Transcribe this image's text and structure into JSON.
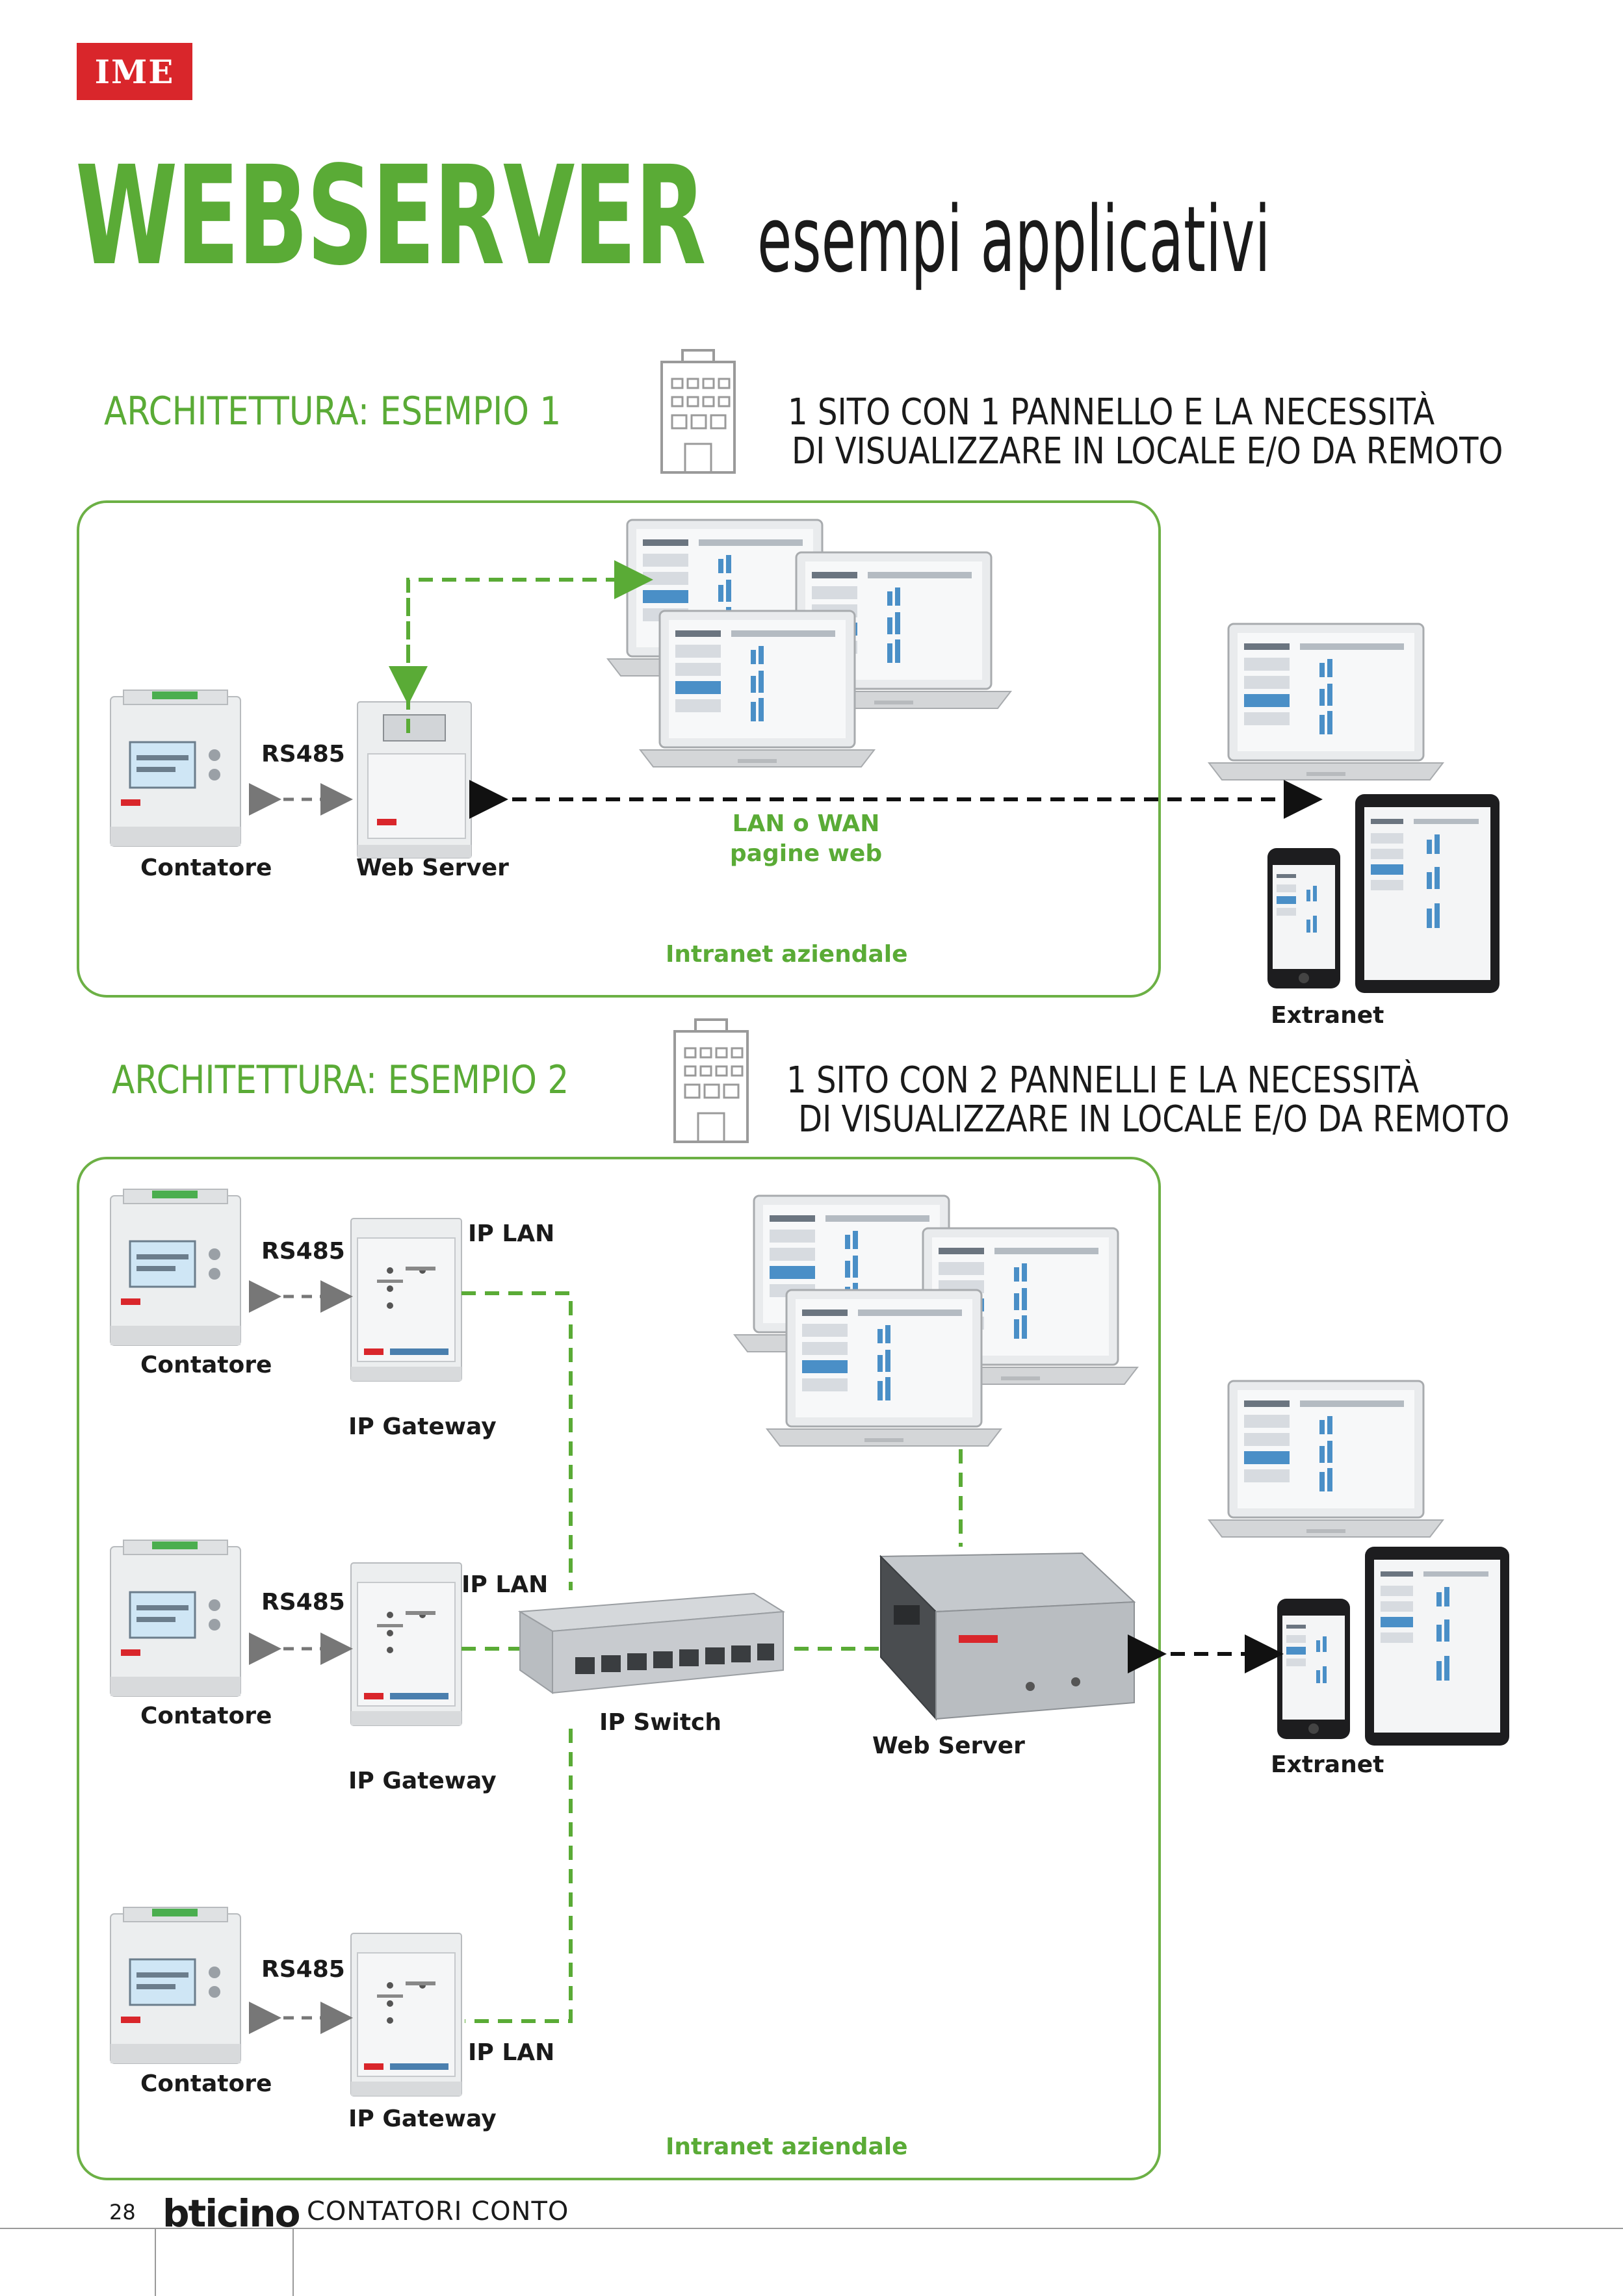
{
  "header": {
    "brand": "IME",
    "title": "WEBSERVER",
    "subtitle": "esempi applicativi"
  },
  "example1": {
    "heading": "ARCHITETTURA: ESEMPIO 1",
    "desc_line1": "1 SITO CON 1 PANNELLO E LA NECESSITÀ",
    "desc_line2": "DI VISUALIZZARE IN LOCALE E/O  DA REMOTO",
    "rs485": "RS485",
    "contatore": "Contatore",
    "web_server": "Web Server",
    "lan_wan_line1": "LAN o WAN",
    "lan_wan_line2": "pagine web",
    "intranet": "Intranet aziendale",
    "extranet": "Extranet"
  },
  "example2": {
    "heading": "ARCHITETTURA: ESEMPIO 2",
    "desc_line1": "1 SITO CON 2 PANNELLI E LA NECESSITÀ",
    "desc_line2": "DI VISUALIZZARE IN LOCALE E/O DA REMOTO",
    "rs485": "RS485",
    "contatore": "Contatore",
    "ip_lan": "IP LAN",
    "ip_gateway": "IP Gateway",
    "ip_switch": "IP Switch",
    "web_server": "Web Server",
    "intranet": "Intranet aziendale",
    "extranet": "Extranet"
  },
  "footer": {
    "page_number": "28",
    "brand": "bticino",
    "section": "CONTATORI CONTO"
  },
  "colors": {
    "green": "#5aab36",
    "frame_green": "#6cb045",
    "red": "#d9262b",
    "screen_blue": "#4a8fc7"
  },
  "icons": [
    "building-icon",
    "laptop-icon",
    "tablet-icon",
    "smartphone-icon",
    "energy-meter-icon",
    "ip-gateway-icon",
    "ip-switch-icon",
    "web-server-icon"
  ]
}
